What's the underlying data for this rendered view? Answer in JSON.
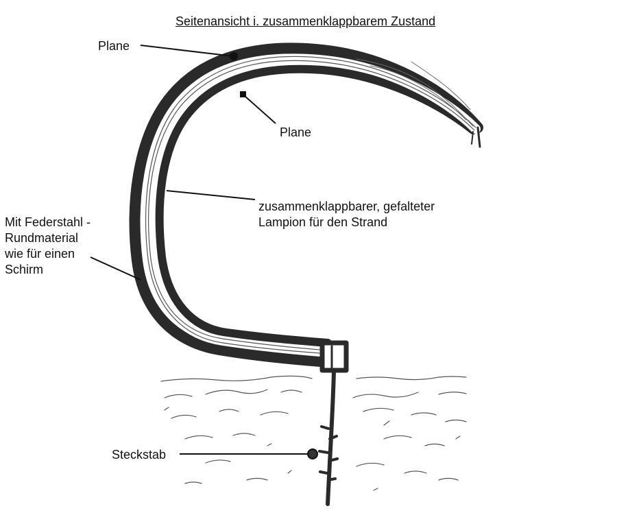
{
  "title": "Seitenansicht i. zusammenklappbarem Zustand",
  "labels": {
    "plane_top": "Plane",
    "plane_inner": "Plane",
    "lampion_line1": "zusammenklappbarer, gefalteter",
    "lampion_line2": "Lampion für den Strand",
    "spring_line1": "Mit Federstahl -",
    "spring_line2": "Rundmaterial",
    "spring_line3": "wie für einen",
    "spring_line4": "Schirm",
    "steckstab": "Steckstab"
  },
  "colors": {
    "ink": "#2a2a2a",
    "paper": "#ffffff",
    "sand": "#555555"
  }
}
